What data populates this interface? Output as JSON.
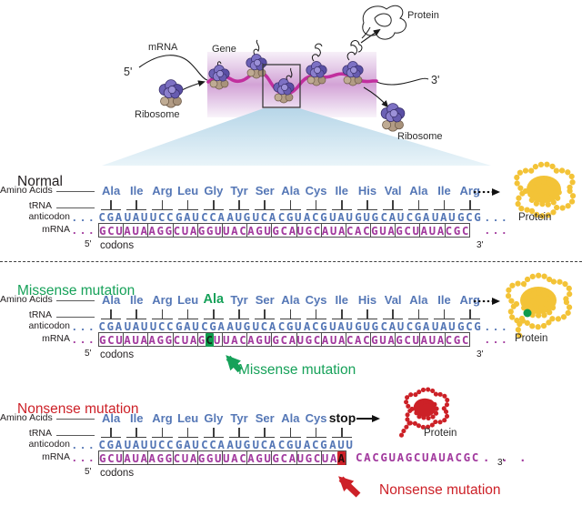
{
  "top": {
    "mrna_label": "mRNA",
    "gene_label": "Gene",
    "five_prime": "5'",
    "three_prime": "3'",
    "ribosome_left_label": "Ribosome",
    "ribosome_right_label": "Ribosome",
    "protein_label": "Protein"
  },
  "row_labels": {
    "amino_acids": "Amino Acids",
    "trna": "tRNA",
    "anticodon": "anticodon",
    "mrna": "mRNA",
    "codons": "codons",
    "five_prime": "5'",
    "three_prime": "3'",
    "leading_dots": ". . .",
    "trailing_dots": ". . ."
  },
  "colors": {
    "amino_blue": "#5577b6",
    "mrna_magenta": "#a23a9e",
    "missense_green": "#16a159",
    "missense_highlight": "#0e9b4d",
    "nonsense_red": "#cd2128",
    "protein_yellow": "#f3c337",
    "protein_red": "#cc2127"
  },
  "sections": [
    {
      "title": "Normal",
      "amino_acids": [
        "Ala",
        "Ile",
        "Arg",
        "Leu",
        "Gly",
        "Tyr",
        "Ser",
        "Ala",
        "Cys",
        "Ile",
        "His",
        "Val",
        "Ala",
        "Ile",
        "Arg"
      ],
      "anticodon_codons": [
        "CGA",
        "UAU",
        "UCC",
        "GAU",
        "CCA",
        "AUG",
        "UCA",
        "CGU",
        "ACG",
        "UAU",
        "GUG",
        "CAU",
        "CGA",
        "UAU",
        "GCG"
      ],
      "mrna_codons": [
        "GCU",
        "AUA",
        "AGG",
        "CUA",
        "GGU",
        "UAC",
        "AGU",
        "GCA",
        "UGC",
        "AUA",
        "CAC",
        "GUA",
        "GCU",
        "AUA",
        "CGC"
      ],
      "protein_label": "Protein"
    },
    {
      "title": "Missense mutation",
      "amino_acids": [
        "Ala",
        "Ile",
        "Arg",
        "Leu",
        "Ala",
        "Tyr",
        "Ser",
        "Ala",
        "Cys",
        "Ile",
        "His",
        "Val",
        "Ala",
        "Ile",
        "Arg"
      ],
      "mutant_amino_index": 4,
      "anticodon_codons": [
        "CGA",
        "UAU",
        "UCC",
        "GAU",
        "CGA",
        "AUG",
        "UCA",
        "CGU",
        "ACG",
        "UAU",
        "GUG",
        "CAU",
        "CGA",
        "UAU",
        "GCG"
      ],
      "mrna_codons": [
        "GCU",
        "AUA",
        "AGG",
        "CUA",
        "GCU",
        "UAC",
        "AGU",
        "GCA",
        "UGC",
        "AUA",
        "CAC",
        "GUA",
        "GCU",
        "AUA",
        "CGC"
      ],
      "highlight": {
        "codon_index": 4,
        "letter_index": 1,
        "color": "green"
      },
      "callout_label": "Missense mutation",
      "protein_label": "Protein"
    },
    {
      "title": "Nonsense mutation",
      "amino_acids": [
        "Ala",
        "Ile",
        "Arg",
        "Leu",
        "Gly",
        "Tyr",
        "Ser",
        "Ala",
        "Cys"
      ],
      "stop_label": "stop",
      "anticodon_codons": [
        "CGA",
        "UAU",
        "UCC",
        "GAU",
        "CCA",
        "AUG",
        "UCA",
        "CGU",
        "ACG",
        "AUU"
      ],
      "mrna_codons": [
        "GCU",
        "AUA",
        "AGG",
        "CUA",
        "GGU",
        "UAC",
        "AGU",
        "GCA",
        "UGC",
        "UAA"
      ],
      "highlight": {
        "codon_index": 9,
        "letter_index": 2,
        "color": "red"
      },
      "mrna_tail": "CACGUAGCUAUACGC",
      "callout_label": "Nonsense mutation",
      "protein_label": "Protein"
    }
  ]
}
